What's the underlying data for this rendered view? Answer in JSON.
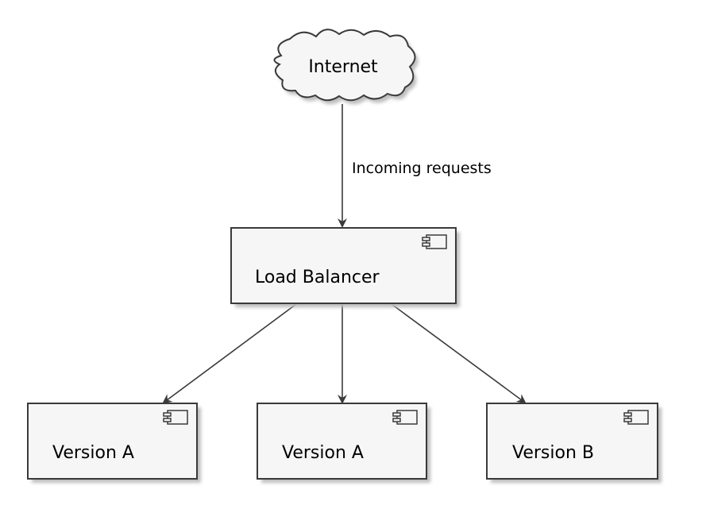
{
  "nodes": {
    "internet": {
      "label": "Internet",
      "shape": "cloud"
    },
    "load_balancer": {
      "label": "Load Balancer",
      "shape": "component"
    },
    "version_a_1": {
      "label": "Version A",
      "shape": "component"
    },
    "version_a_2": {
      "label": "Version A",
      "shape": "component"
    },
    "version_b": {
      "label": "Version B",
      "shape": "component"
    }
  },
  "edges": {
    "internet_to_lb": {
      "label": "Incoming requests"
    }
  },
  "colors": {
    "node_fill": "#f6f6f6",
    "stroke": "#3a3a3a",
    "shadow": "#bdbdbd",
    "text": "#000000"
  }
}
